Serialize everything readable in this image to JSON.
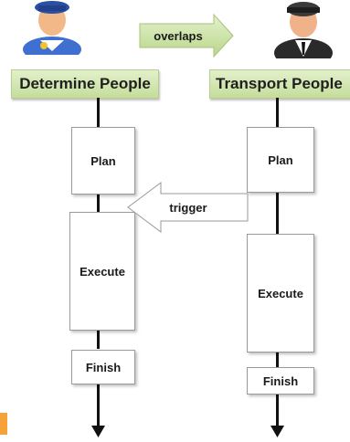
{
  "connector_label": "overlaps",
  "trigger_label": "trigger",
  "lanes": [
    {
      "header": "Determine People",
      "icon": "police-officer-icon",
      "steps": [
        "Plan",
        "Execute",
        "Finish"
      ]
    },
    {
      "header": "Transport People",
      "icon": "driver-icon",
      "steps": [
        "Plan",
        "Execute",
        "Finish"
      ]
    }
  ],
  "colors": {
    "header_fill": "#c5dd9b",
    "arrow_fill": "#cfe5a5",
    "accent_orange": "#f5a23a",
    "line": "#111111"
  }
}
